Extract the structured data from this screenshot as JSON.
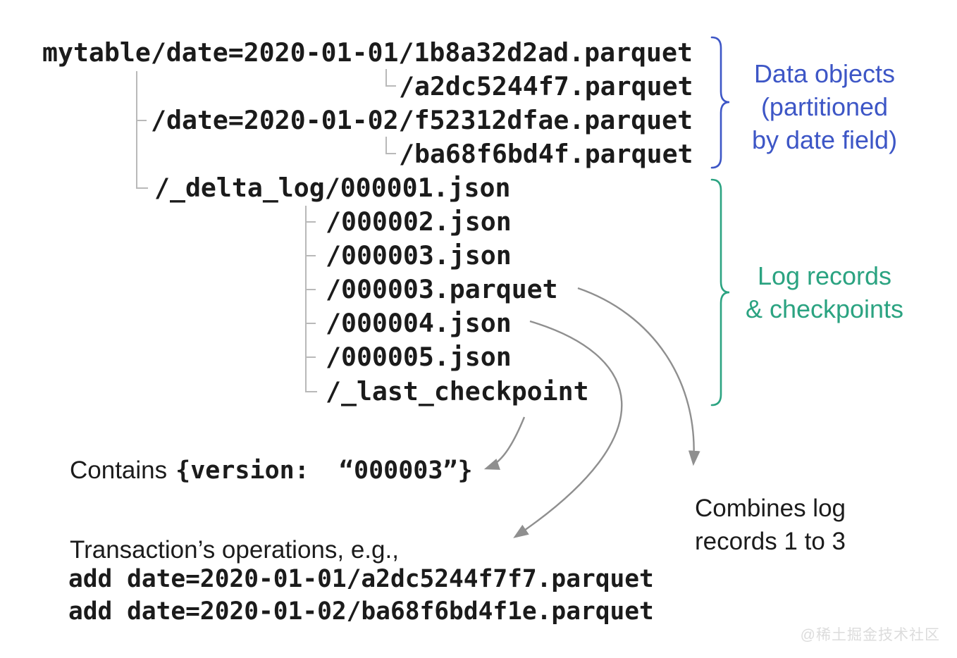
{
  "file_tree": {
    "lines": [
      "mytable/date=2020-01-01/1b8a32d2ad.parquet",
      "/a2dc5244f7.parquet",
      "/date=2020-01-02/f52312dfae.parquet",
      "/ba68f6bd4f.parquet",
      "/_delta_log/000001.json",
      "/000002.json",
      "/000003.json",
      "/000003.parquet",
      "/000004.json",
      "/000005.json",
      "/_last_checkpoint"
    ]
  },
  "labels": {
    "data_objects": [
      "Data objects",
      "(partitioned",
      "by date field)"
    ],
    "log_records": [
      "Log records",
      "& checkpoints"
    ]
  },
  "annotations": {
    "contains": {
      "prefix": "Contains",
      "code": "{version:  “000003”}"
    },
    "transactions": {
      "title": "Transaction’s operations, e.g.,",
      "ops": [
        "add date=2020-01-01/a2dc5244f7f7.parquet",
        "add date=2020-01-02/ba68f6bd4f1e.parquet"
      ]
    },
    "combines": [
      "Combines log",
      "records 1 to 3"
    ]
  },
  "watermark": {
    "text": "@稀土掘金技术社区"
  },
  "colors": {
    "text_black": "#1b1b1b",
    "label_blue": "#3d56c6",
    "label_green": "#2ba381",
    "arrow_gray": "#8f8f8f",
    "tree_line_gray": "#b9b9b9",
    "watermark_gray": "#dcdcdc"
  }
}
